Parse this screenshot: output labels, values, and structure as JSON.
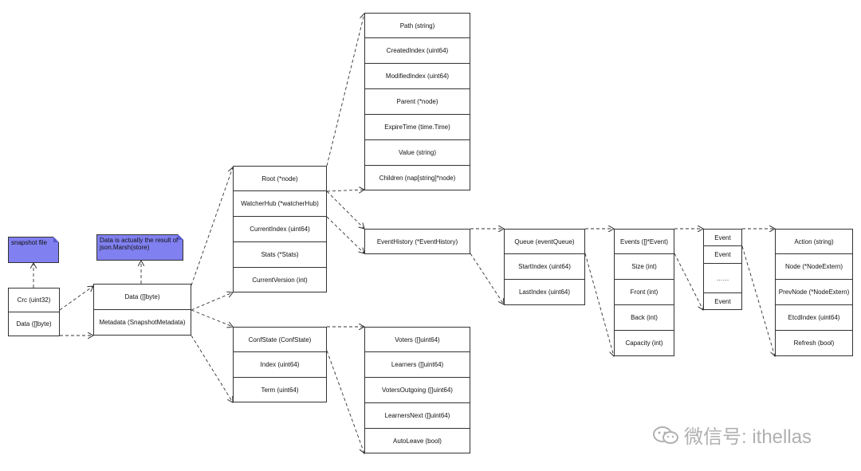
{
  "notes": {
    "snapshot_file": "snapshot file",
    "data_note": "Data is actually the result of json.Marsh(store)"
  },
  "snapshot": [
    "Crc (uint32)",
    "Data ([]byte)"
  ],
  "snapshot_data": [
    "Data ([]byte)",
    "Metadata (SnapshotMetadata)"
  ],
  "store": [
    "Root (*node)",
    "WatcherHub (*watcherHub)",
    "CurrentIndex (uint64)",
    "Stats (*Stats)",
    "CurrentVersion (int)"
  ],
  "node": [
    "Path (string)",
    "CreatedIndex (uint64)",
    "ModifiedIndex (uint64)",
    "Parent (*node)",
    "ExpireTime (time.Time)",
    "Value (string)",
    "Children (nap[string]*node)"
  ],
  "watcher_hub": [
    "EventHistory (*EventHistory)"
  ],
  "event_history": [
    "Queue (eventQueue)",
    "StartIndex (uint64)",
    "LastIndex (uint64)"
  ],
  "event_queue": [
    "Events ([]*Event)",
    "Size (int)",
    "Front (int)",
    "Back (int)",
    "Capacity (int)"
  ],
  "events": [
    "Event",
    "Event",
    "……",
    "Event"
  ],
  "event": [
    "Action (string)",
    "Node (*NodeExtern)",
    "PrevNode (*NodeExtern)",
    "EtcdIndex (uint64)",
    "Refresh (bool)"
  ],
  "metadata": [
    "ConfState (ConfState)",
    "Index (uint64)",
    "Term (uint64)"
  ],
  "conf_state": [
    "Voters ([]uint64)",
    "Learners ([]uint64)",
    "VotersOutgoing ([]uint64)",
    "LearnersNext ([]uint64)",
    "AutoLeave (bool)"
  ],
  "watermark": {
    "text": "微信号: ithellas",
    "icon": "wechat-icon"
  }
}
